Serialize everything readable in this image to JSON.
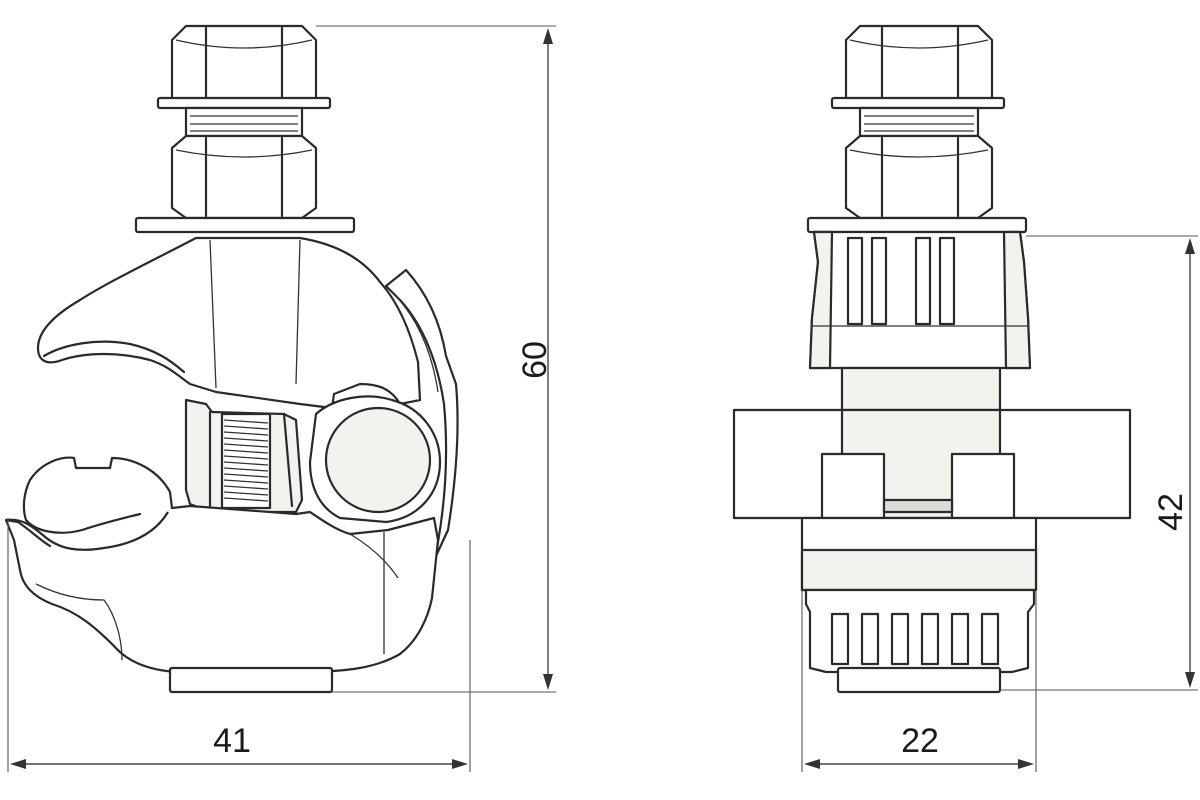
{
  "dimensions": {
    "front_width": "41",
    "front_height": "60",
    "side_width": "22",
    "side_height": "42"
  },
  "colors": {
    "line": "#2a2a2a",
    "fill_light": "#f2f2ef",
    "fill_mid": "#dcdcd8",
    "background": "#ffffff"
  }
}
